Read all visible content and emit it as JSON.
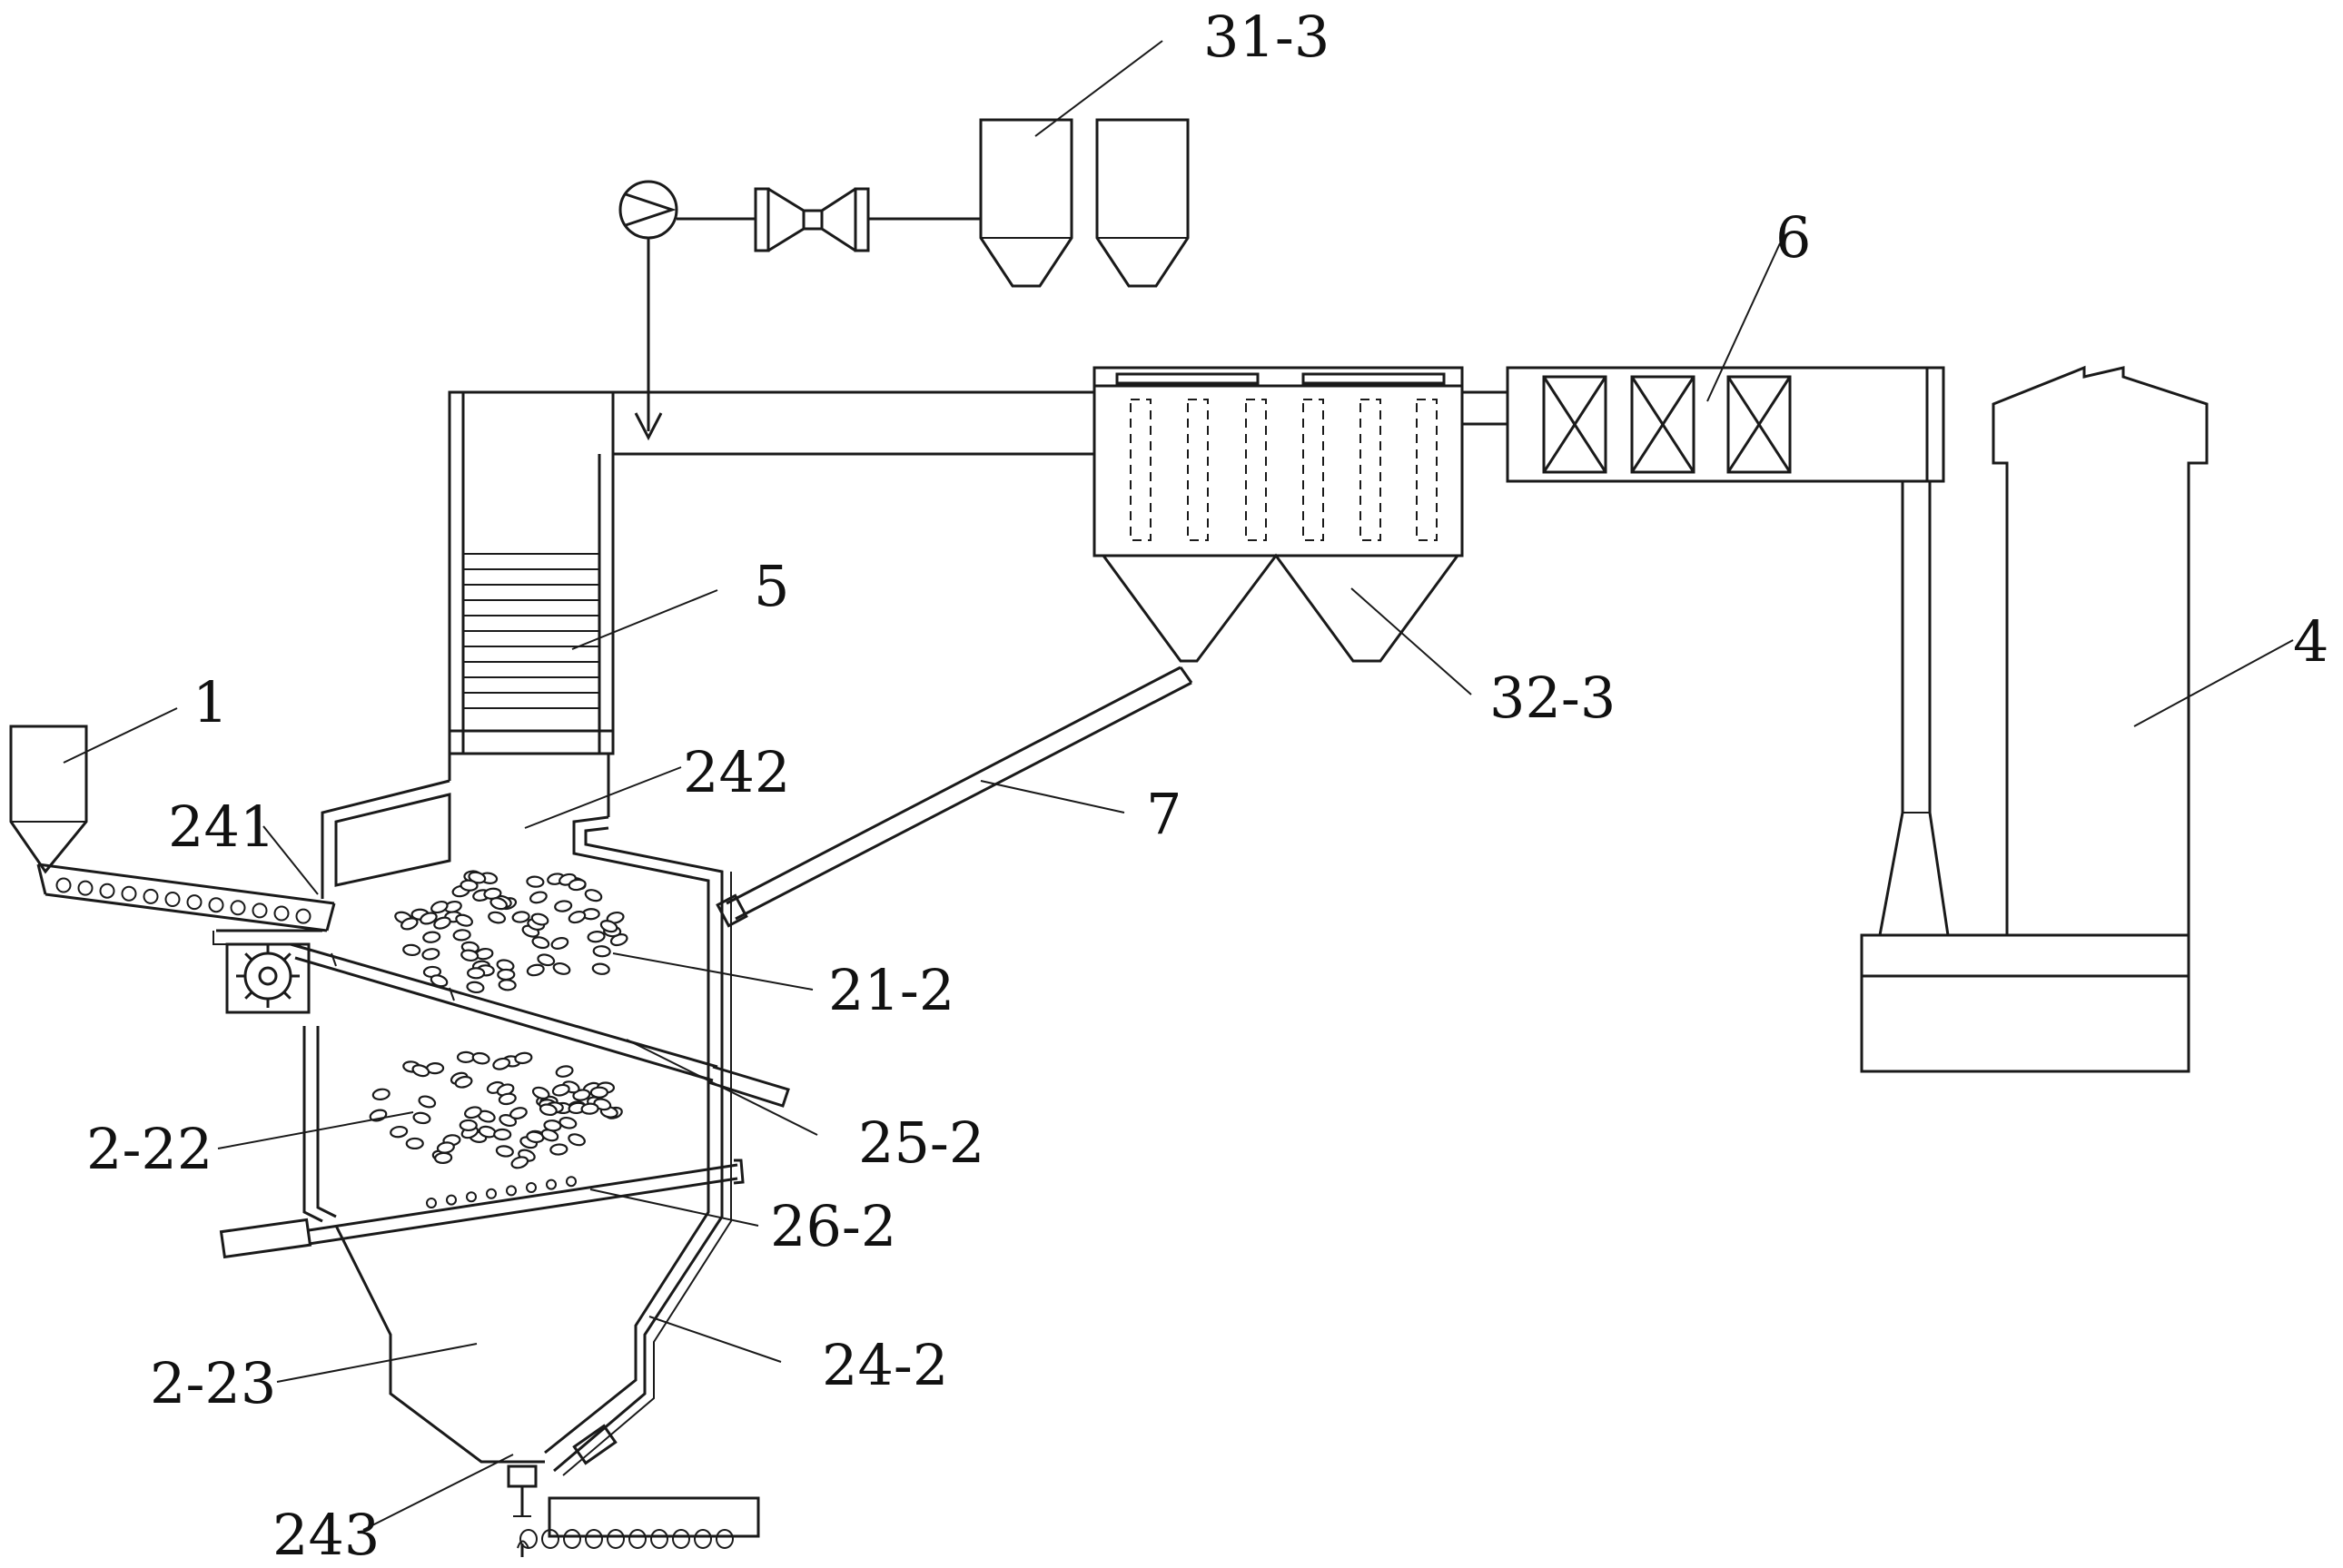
{
  "labels": {
    "feed_hopper": "1",
    "furnace_inlet": "241",
    "furnace_upper_zone": "242",
    "pellet_bed_upper": "21-2",
    "pellet_bed_lower": "2-22",
    "furnace_lower_cone": "2-23",
    "bottom_outlet": "243",
    "furnace_wall": "24-2",
    "upper_grate": "25-2",
    "lower_grate": "26-2",
    "heat_exchanger": "5",
    "return_pipe": "7",
    "dust_collector": "32-3",
    "sorbent_silo": "31-3",
    "catalytic_unit": "6",
    "chimney": "4"
  }
}
